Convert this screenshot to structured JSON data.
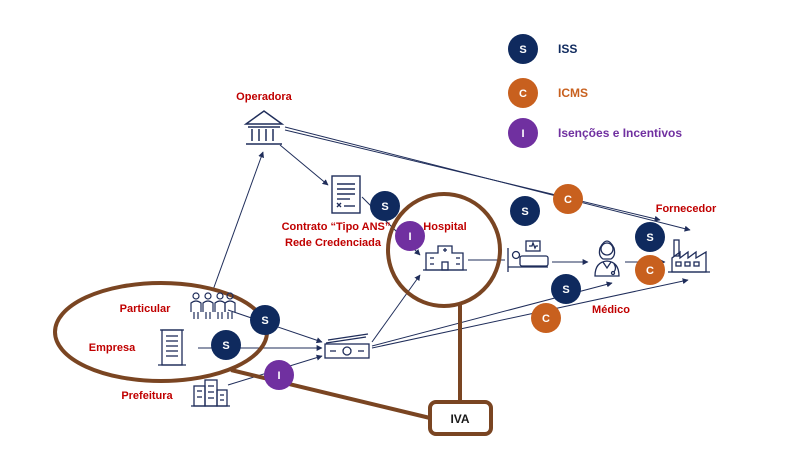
{
  "colors": {
    "iss": "#0f2a5e",
    "icms": "#c8601e",
    "incentives": "#7030a0",
    "edge": "#1f2d5a",
    "highlight": "#7a4522",
    "label_red": "#c00000"
  },
  "legend": [
    {
      "letter": "S",
      "label": "ISS",
      "color": "#0f2a5e"
    },
    {
      "letter": "C",
      "label": "ICMS",
      "color": "#c8601e"
    },
    {
      "letter": "I",
      "label": "Isenções e Incentivos",
      "color": "#7030a0"
    }
  ],
  "nodes": {
    "operadora": {
      "label": "Operadora",
      "icon": "bank-icon"
    },
    "contrato": {
      "label_line1": "Contrato “Tipo ANS”",
      "label_line2": "Rede Credenciada",
      "icon": "contract-document-icon"
    },
    "hospital": {
      "label": "Hospital",
      "icon": "hospital-icon"
    },
    "leito": {
      "icon": "hospital-bed-icon"
    },
    "medico": {
      "label": "Médico",
      "icon": "doctor-icon"
    },
    "fornecedor": {
      "label": "Fornecedor",
      "icon": "factory-icon"
    },
    "particular": {
      "label": "Particular",
      "icon": "people-icon"
    },
    "empresa": {
      "label": "Empresa",
      "icon": "office-building-icon"
    },
    "prefeitura": {
      "label": "Prefeitura",
      "icon": "city-buildings-icon"
    },
    "pagamento": {
      "icon": "money-icon"
    }
  },
  "badges": [
    {
      "id": "s-contrato",
      "letter": "S"
    },
    {
      "id": "i-hospital",
      "letter": "I"
    },
    {
      "id": "c-top",
      "letter": "C"
    },
    {
      "id": "s-top",
      "letter": "S"
    },
    {
      "id": "s-fornecedor",
      "letter": "S"
    },
    {
      "id": "c-fornecedor",
      "letter": "C"
    },
    {
      "id": "s-medico",
      "letter": "S"
    },
    {
      "id": "c-medico",
      "letter": "C"
    },
    {
      "id": "s-particular",
      "letter": "S"
    },
    {
      "id": "s-empresa",
      "letter": "S"
    },
    {
      "id": "i-prefeitura",
      "letter": "I"
    }
  ],
  "iva": {
    "label": "IVA"
  }
}
